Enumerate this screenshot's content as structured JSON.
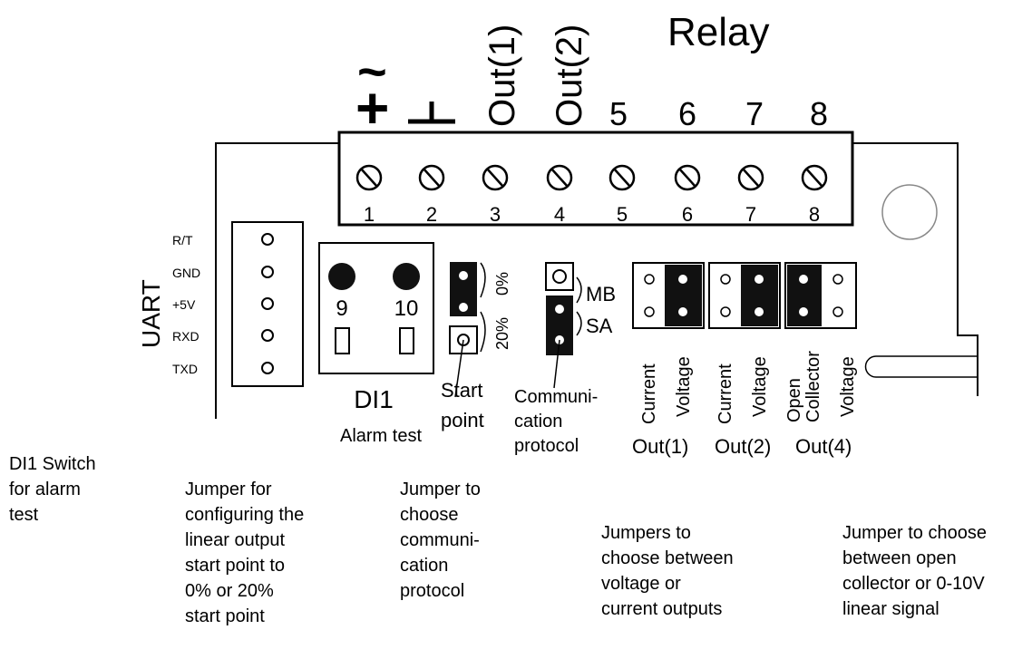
{
  "header": {
    "relay": "Relay",
    "plus": "+",
    "tilde": "~",
    "out1": "Out(1)",
    "out2": "Out(2)",
    "n5": "5",
    "n6": "6",
    "n7": "7",
    "n8": "8"
  },
  "terminals": [
    "1",
    "2",
    "3",
    "4",
    "5",
    "6",
    "7",
    "8"
  ],
  "uart": {
    "label": "UART",
    "pins": [
      "R/T",
      "GND",
      "+5V",
      "RXD",
      "TXD"
    ]
  },
  "di1": {
    "n9": "9",
    "n10": "10",
    "title": "DI1",
    "subtitle": "Alarm test"
  },
  "startpoint": {
    "pct0": "0%",
    "pct20": "20%",
    "label_line1": "Start",
    "label_line2": "point"
  },
  "protocol": {
    "mb": "MB",
    "sa": "SA",
    "label_line1": "Communi-",
    "label_line2": "cation",
    "label_line3": "protocol"
  },
  "outputs": {
    "current": "Current",
    "voltage": "Voltage",
    "open": "Open",
    "collector": "Collector",
    "out1": "Out(1)",
    "out2": "Out(2)",
    "out4": "Out(4)"
  },
  "captions": {
    "di1_switch": [
      "DI1 Switch",
      "for alarm",
      "test"
    ],
    "startpoint_jumper": [
      "Jumper for",
      "configuring the",
      "linear output",
      "start point to",
      "0% or 20%",
      "start point"
    ],
    "protocol_jumper": [
      "Jumper to",
      "choose",
      "communi-",
      "cation",
      "protocol"
    ],
    "vc_jumper": [
      "Jumpers to",
      "choose between",
      "voltage or",
      "current outputs"
    ],
    "oc_jumper": [
      "Jumper to choose",
      "between open",
      "collector or 0-10V",
      "linear signal"
    ]
  }
}
